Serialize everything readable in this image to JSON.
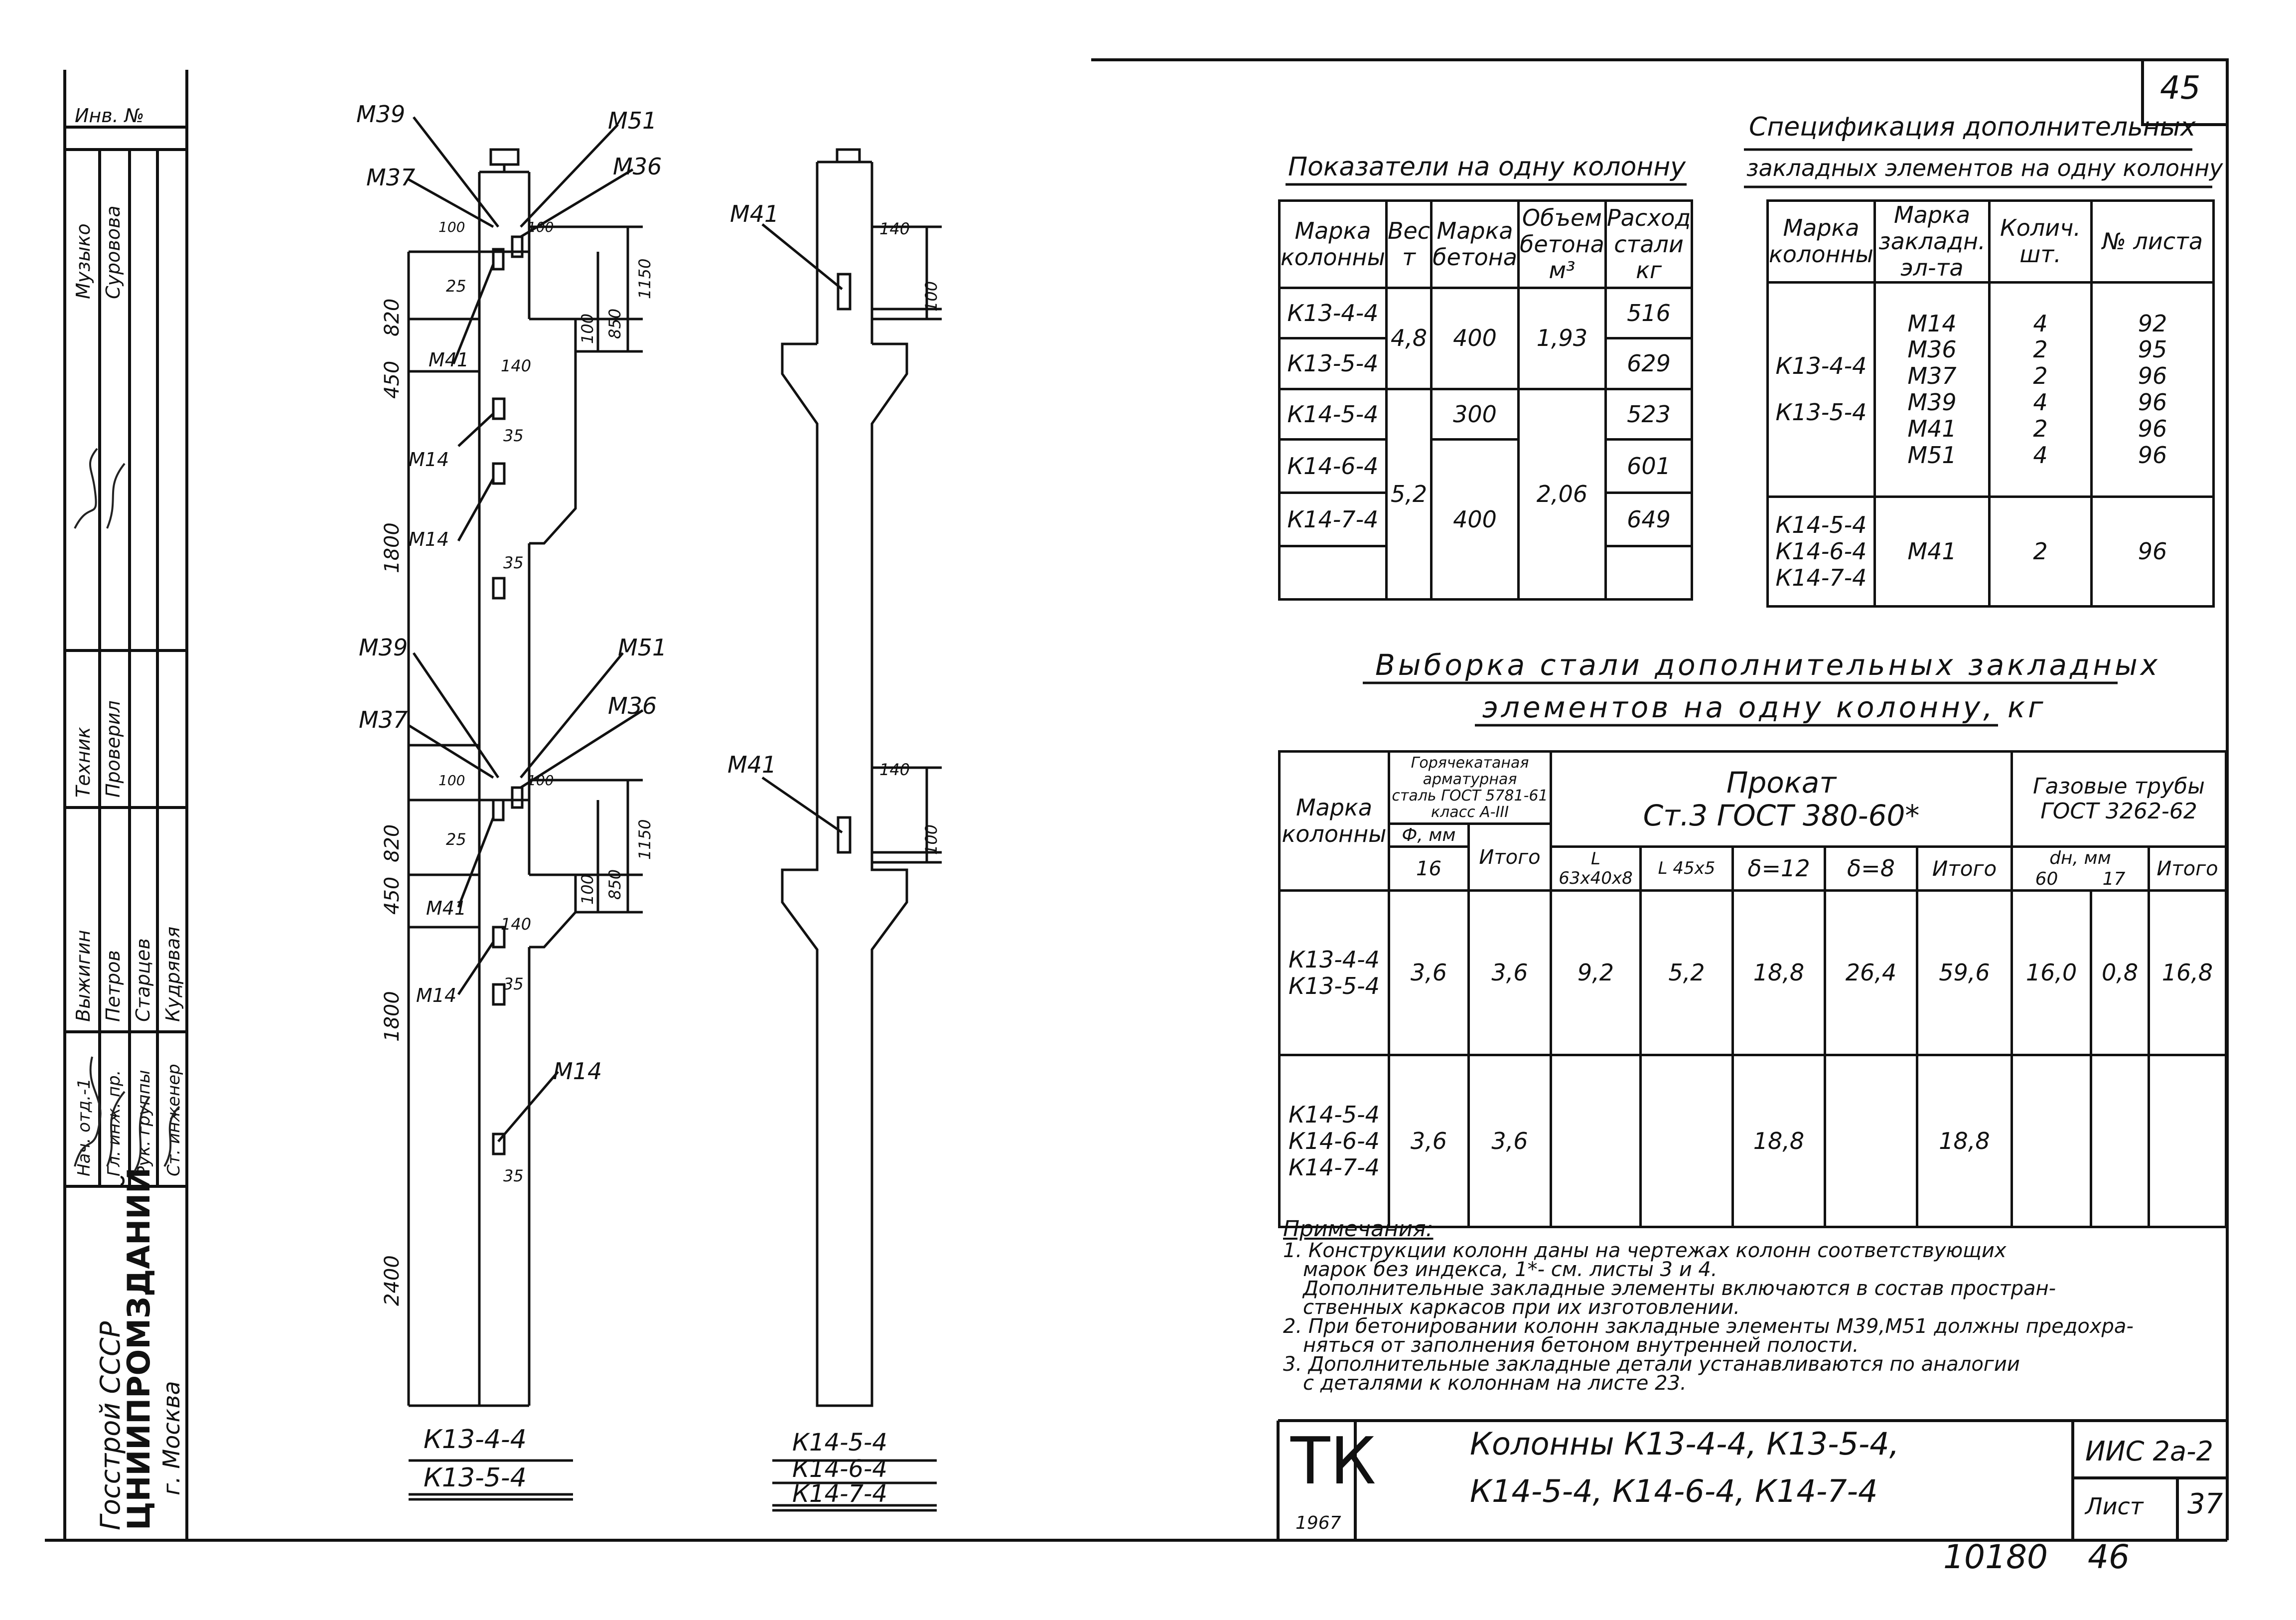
{
  "page_number": "45",
  "page_number_bottom": "46",
  "archive_number": "10180",
  "side_stamp": {
    "inv_label": "Инв. №",
    "org_lines": [
      "Госстрой СССР",
      "ЦНИИПРОМЗДАНИЙ",
      "г. Москва"
    ],
    "roles": [
      "Нач. отд.-1",
      "Гл. инж. пр.",
      "Рук. группы",
      "Ст. инженер",
      "Техник",
      "Проверил"
    ],
    "names": [
      "Выжигин",
      "Петров",
      "Старцев",
      "Кудрявая",
      "Музыко",
      "Суровова"
    ]
  },
  "drawing1": {
    "caption": [
      "К13-4-4",
      "К13-5-4"
    ],
    "labels": [
      "М39",
      "М51",
      "М37",
      "М36",
      "М41",
      "М14",
      "М14",
      "М39",
      "М51",
      "М37",
      "М36",
      "М41",
      "М14",
      "М14"
    ],
    "dims": {
      "d100a": "100",
      "d100b": "100",
      "d25": "25",
      "d100": "100",
      "d850": "850",
      "d1150": "1150",
      "d820": "820",
      "d450": "450",
      "d140": "140",
      "d35": "35",
      "d1800": "1800",
      "d2400": "2400"
    }
  },
  "drawing2": {
    "caption": [
      "К14-5-4",
      "К14-6-4",
      "К14-7-4"
    ],
    "labels": [
      "М41",
      "М41"
    ],
    "dims": {
      "d140": "140",
      "d100": "100"
    }
  },
  "indicators": {
    "title": "Показатели на одну колонну",
    "headers": [
      "Марка колонны",
      "Вес т",
      "Марка бетона",
      "Объем бетона м³",
      "Расход стали кг"
    ],
    "marks": [
      "К13-4-4",
      "К13-5-4",
      "К14-5-4",
      "К14-6-4",
      "К14-7-4"
    ],
    "weight_a": "4,8",
    "weight_b": "5,2",
    "concrete_a": "400",
    "concrete_b": "300",
    "concrete_c": "400",
    "volume_a": "1,93",
    "volume_b": "2,06",
    "steel": [
      "516",
      "629",
      "523",
      "601",
      "649"
    ]
  },
  "spec": {
    "title": [
      "Спецификация дополнительных",
      "закладных элементов на одну колонну"
    ],
    "headers": [
      "Марка колонны",
      "Марка закладн. эл-та",
      "Колич. шт.",
      "№ листа"
    ],
    "group1_marks": [
      "К13-4-4",
      "К13-5-4"
    ],
    "group1_elements": [
      "М14",
      "М36",
      "М37",
      "М39",
      "М41",
      "М51"
    ],
    "group1_qty": [
      "4",
      "2",
      "2",
      "4",
      "2",
      "4"
    ],
    "group1_sheets": [
      "92",
      "95",
      "96",
      "96",
      "96",
      "96"
    ],
    "group2_marks": [
      "К14-5-4",
      "К14-6-4",
      "К14-7-4"
    ],
    "group2_element": "М41",
    "group2_qty": "2",
    "group2_sheet": "96"
  },
  "steel_table": {
    "title": [
      "Выборка стали дополнительных закладных",
      "элементов на одну колонну, кг"
    ],
    "h_mark": "Марка колонны",
    "h_rebar": [
      "Горячекатаная",
      "арматурная",
      "сталь ГОСТ 5781-61",
      "класс А-III"
    ],
    "h_prokat": "Прокат",
    "h_prokat_gost": "Ст.3   ГОСТ 380-60*",
    "h_pipes": "Газовые трубы ГОСТ 3262-62",
    "h_phi": "Ф, мм",
    "h_16": "16",
    "h_itogo": "Итого",
    "h_ang1": "L 63x40x8",
    "h_ang2": "L 45x5",
    "h_d12": "δ=12",
    "h_d8": "δ=8",
    "h_dn": "dн, мм",
    "h_60": "60",
    "h_17": "17",
    "row1": {
      "marks": [
        "К13-4-4",
        "К13-5-4"
      ],
      "values": [
        "3,6",
        "3,6",
        "9,2",
        "5,2",
        "18,8",
        "26,4",
        "59,6",
        "16,0",
        "0,8",
        "16,8"
      ]
    },
    "row2": {
      "marks": [
        "К14-5-4",
        "К14-6-4",
        "К14-7-4"
      ],
      "v16": "3,6",
      "vit": "3,6",
      "vd12": "18,8",
      "vit2": "18,8"
    }
  },
  "notes": {
    "title": "Примечания:",
    "lines": [
      "1. Конструкции колонн даны на чертежах колонн соответствующих",
      "марок без индекса, 1*- см. листы 3 и 4.",
      "Дополнительные закладные элементы включаются в состав простран-",
      "ственных каркасов при их изготовлении.",
      "2. При бетонировании колонн закладные элементы М39,М51 должны предохра-",
      "няться от заполнения бетоном внутренней полости.",
      "3. Дополнительные закладные детали устанавливаются по аналогии",
      "с деталями к колоннам на листе 23."
    ]
  },
  "title_block": {
    "logo": "ТК",
    "year": "1967",
    "title_lines": [
      "Колонны К13-4-4, К13-5-4,",
      "К14-5-4, К14-6-4, К14-7-4"
    ],
    "code": "ИИС 2а-2",
    "sheet_label": "Лист",
    "sheet_number": "37"
  }
}
